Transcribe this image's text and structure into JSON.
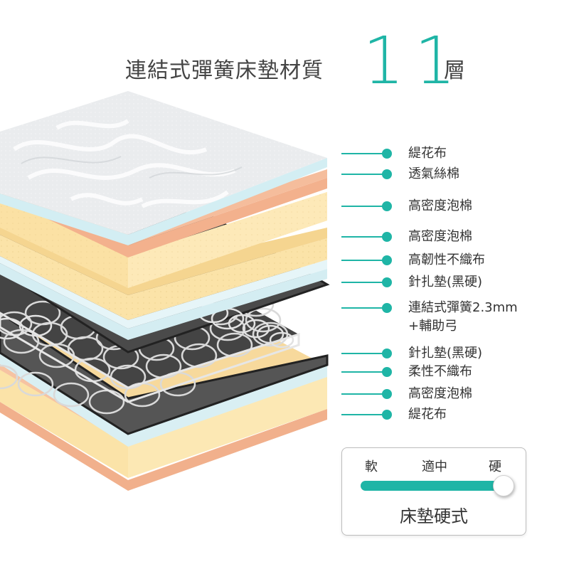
{
  "title": {
    "text": "連結式彈簧床墊材質",
    "number": "11",
    "unit": "層",
    "accent_color": "#1fb5a6"
  },
  "layers": [
    {
      "label": "緹花布"
    },
    {
      "label": "透氣絲棉"
    },
    {
      "label": "高密度泡棉"
    },
    {
      "label": "高密度泡棉"
    },
    {
      "label": "高韌性不織布"
    },
    {
      "label": "針扎墊(黑硬)"
    },
    {
      "label": "連結式彈簧2.3mm",
      "label2": "+輔助弓"
    },
    {
      "label": "針扎墊(黑硬)"
    },
    {
      "label": "柔性不織布"
    },
    {
      "label": "高密度泡棉"
    },
    {
      "label": "緹花布"
    }
  ],
  "firmness": {
    "soft": "軟",
    "medium": "適中",
    "hard": "硬",
    "level": 1.0,
    "label": "床墊硬式"
  }
}
